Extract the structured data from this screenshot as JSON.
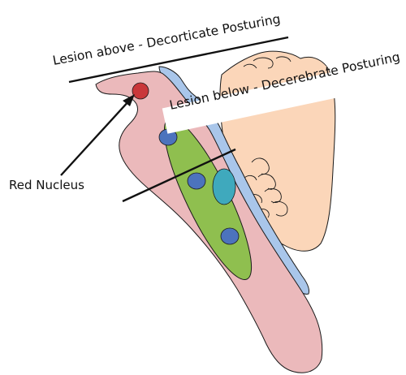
{
  "labels": {
    "lesion_above": "Lesion above - Decorticate Posturing",
    "lesion_below": "Lesion below - Decerebrate Posturing",
    "red_nucleus": "Red Nucleus"
  },
  "colors": {
    "brainstem": "#ebb9bb",
    "ventricle": "#a9c6ea",
    "cerebellum": "#fbd6b9",
    "tract": "#8fbf4f",
    "nucleus": "#4c73bd",
    "nucleus_teal": "#3fa9bd",
    "red_nucleus": "#c9373a",
    "outline": "#1a1a1a"
  }
}
